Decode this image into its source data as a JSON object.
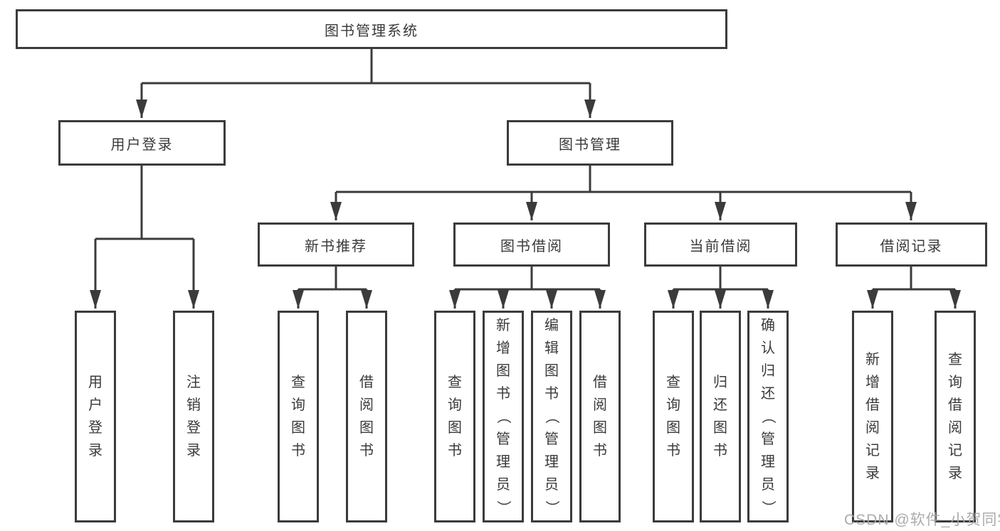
{
  "diagram": {
    "title": "图书管理系统",
    "watermark": "CSDN @软件_小贺同学",
    "colors": {
      "line": "#3b3b3b",
      "text": "#3a3a3a",
      "box_background": "#ffffff",
      "watermark": "#a5a5a5"
    },
    "root": {
      "label": "图书管理系统"
    },
    "branches": [
      {
        "label": "用户登录",
        "children": [
          {
            "label": "用户登录"
          },
          {
            "label": "注销登录"
          }
        ]
      },
      {
        "label": "图书管理",
        "children": [
          {
            "label": "新书推荐",
            "children": [
              {
                "label": "查询图书"
              },
              {
                "label": "借阅图书"
              }
            ]
          },
          {
            "label": "图书借阅",
            "children": [
              {
                "label": "查询图书"
              },
              {
                "label": "新增图书（管理员）"
              },
              {
                "label": "编辑图书（管理员）"
              },
              {
                "label": "借阅图书"
              }
            ]
          },
          {
            "label": "当前借阅",
            "children": [
              {
                "label": "查询图书"
              },
              {
                "label": "归还图书"
              },
              {
                "label": "确认归还（管理员）"
              }
            ]
          },
          {
            "label": "借阅记录",
            "children": [
              {
                "label": "新增借阅记录"
              },
              {
                "label": "查询借阅记录"
              }
            ]
          }
        ]
      }
    ]
  }
}
